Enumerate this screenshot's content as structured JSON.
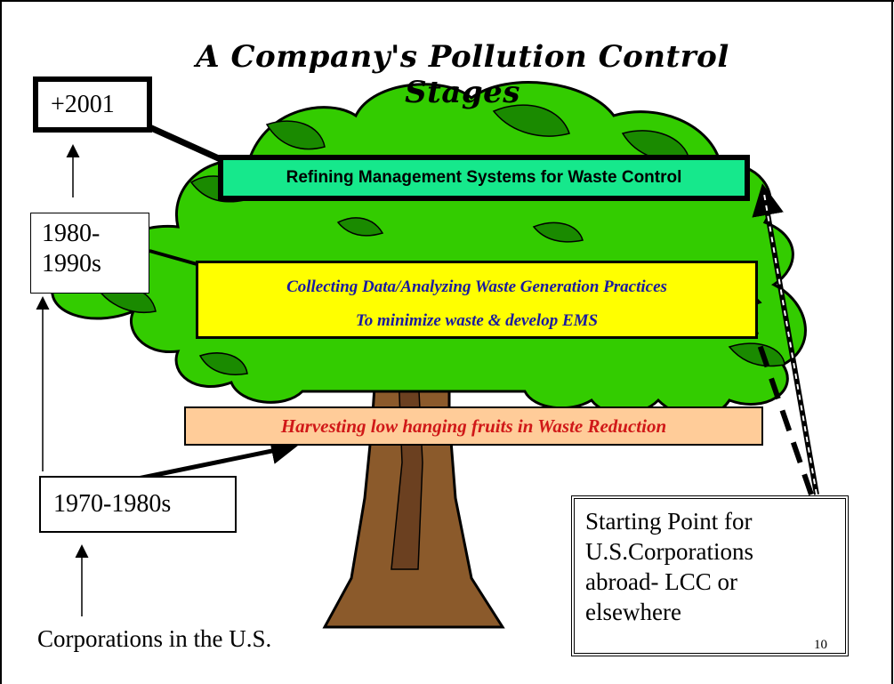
{
  "title": "A Company's Pollution Control  Stages",
  "timeline": {
    "y2001": "+2001",
    "y1980_line1": "1980-",
    "y1980_line2": "1990s",
    "y1970": "1970-1980s",
    "origin": "Corporations in the U.S."
  },
  "stages": {
    "top": "Refining Management Systems for Waste Control",
    "middle_line1": "Collecting Data/Analyzing Waste Generation Practices",
    "middle_line2": "To minimize waste & develop EMS",
    "bottom": "Harvesting low hanging fruits in Waste Reduction"
  },
  "starting_point": {
    "line1": "Starting Point for",
    "line2": "U.S.Corporations",
    "line3": "abroad- LCC or",
    "line4": "elsewhere"
  },
  "page_number": "10",
  "colors": {
    "foliage": "#33cc00",
    "foliage_dark": "#1a8a00",
    "trunk": "#8b5a2b",
    "top_stage": "#16e88c",
    "middle_stage": "#ffff00",
    "middle_text": "#1a1aa0",
    "bottom_stage": "#ffcc99",
    "bottom_text": "#d01818"
  }
}
